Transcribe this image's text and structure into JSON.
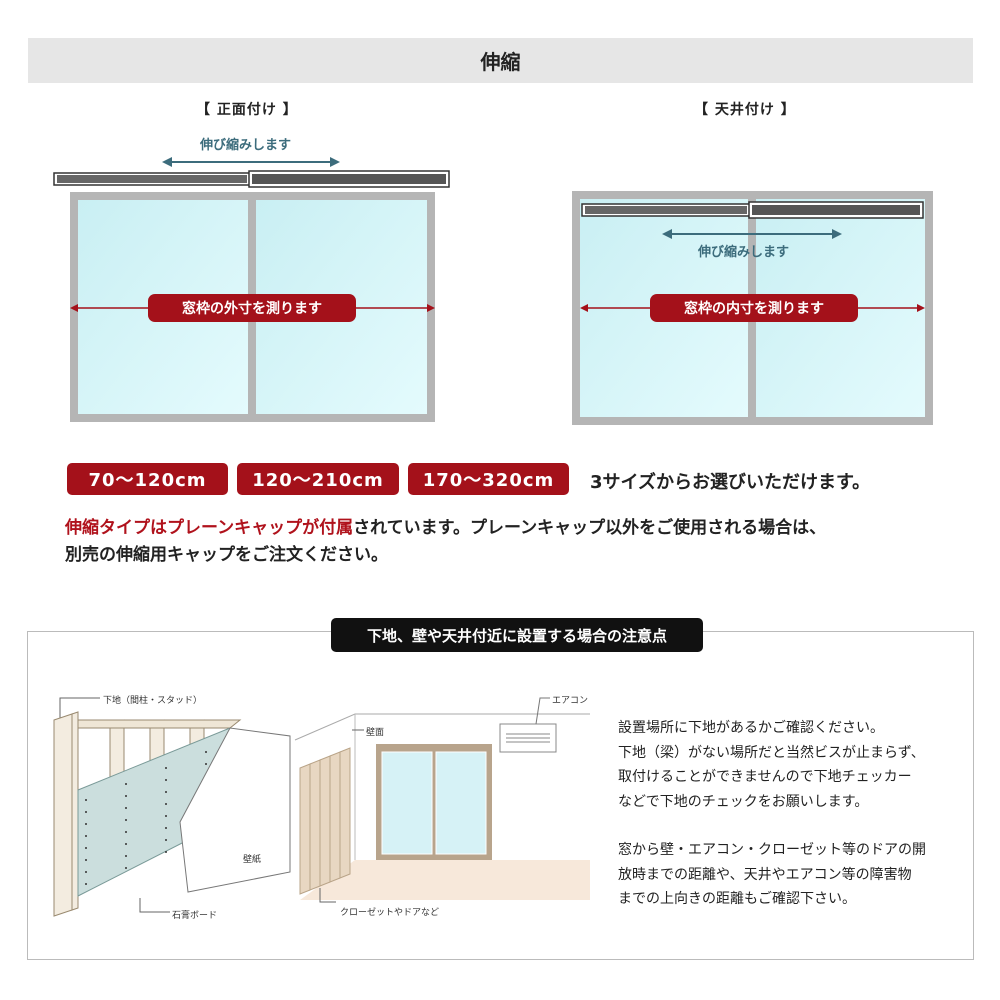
{
  "header": {
    "title": "伸縮"
  },
  "diagrams": {
    "front": {
      "label": "【 正面付け 】",
      "stretch_label": "伸び縮みします",
      "measure_label": "窓枠の外寸を測ります"
    },
    "ceiling": {
      "label": "【 天井付け 】",
      "stretch_label": "伸び縮みします",
      "measure_label": "窓枠の内寸を測ります"
    }
  },
  "sizes": {
    "options": [
      "70〜120cm",
      "120〜210cm",
      "170〜320cm"
    ],
    "suffix": "3サイズからお選びいただけます。"
  },
  "note": {
    "line1_red": "伸縮タイプはプレーンキャップが付属",
    "line1_rest": "されています。プレーンキャップ以外をご使用される場合は、",
    "line2": "別売の伸縮用キャップをご注文ください。"
  },
  "caution": {
    "title": "下地、壁や天井付近に設置する場合の注意点",
    "wall_labels": {
      "stud": "下地（間柱・スタッド）",
      "wallpaper": "壁紙",
      "gypsum": "石膏ボード"
    },
    "room_labels": {
      "wall": "壁面",
      "aircon": "エアコン",
      "closet": "クローゼットやドアなど"
    },
    "paragraph1": [
      "設置場所に下地があるかご確認ください。",
      "下地（梁）がない場所だと当然ビスが止まらず、",
      "取付けることができませんので下地チェッカー",
      "などで下地のチェックをお願いします。"
    ],
    "paragraph2": [
      "窓から壁・エアコン・クローゼット等のドアの開",
      "放時までの距離や、天井やエアコン等の障害物",
      "までの上向きの距離もご確認下さい。"
    ]
  },
  "colors": {
    "accent_red": "#a4111a",
    "stretch_teal": "#3c6c7c",
    "window_frame": "#b5b5b5",
    "glass": "#d8f4f8",
    "rod": "#555555"
  }
}
